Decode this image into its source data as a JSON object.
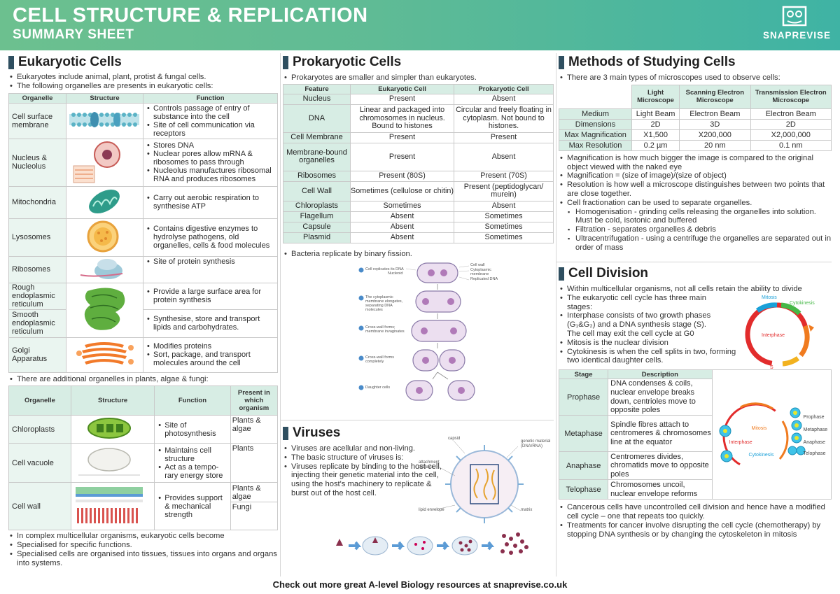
{
  "header": {
    "title": "CELL STRUCTURE & REPLICATION",
    "subtitle": "SUMMARY SHEET",
    "logo_text": "SNAPREVISE"
  },
  "eukaryotic": {
    "title": "Eukaryotic Cells",
    "intro": [
      "Eukaryotes include animal, plant, protist & fungal cells.",
      "The following organelles are presents in eukaryotic cells:"
    ],
    "headers": [
      "Organelle",
      "Structure",
      "Function"
    ],
    "rows": [
      {
        "organelle": "Cell surface membrane",
        "functions": [
          "Controls passage of entry of substance into the cell",
          "Site of cell communication via receptors"
        ]
      },
      {
        "organelle": "Nucleus & Nucleolus",
        "functions": [
          "Stores DNA",
          "Nuclear pores allow mRNA & ribosomes to pass through",
          "Nucleolus manufactures ribosomal RNA and produces ribosomes"
        ]
      },
      {
        "organelle": "Mitochondria",
        "functions": [
          "Carry out aerobic respiration to synthesise ATP"
        ]
      },
      {
        "organelle": "Lysosomes",
        "functions": [
          "Contains digestive enzymes to hydrolyse pathogens, old organelles, cells & food molecules"
        ]
      },
      {
        "organelle": "Ribosomes",
        "functions": [
          "Site of protein synthesis"
        ]
      },
      {
        "organelle": "Rough endoplasmic reticulum",
        "functions": [
          "Provide a large surface area for protein synthesis"
        ]
      },
      {
        "organelle": "Smooth endoplasmic reticulum",
        "functions": [
          "Synthesise, store and transport lipids and carbohydrates."
        ]
      },
      {
        "organelle": "Golgi Apparatus",
        "functions": [
          "Modifies proteins",
          "Sort, package, and transport molecules around the cell"
        ]
      }
    ],
    "additional_intro": "There are additional organelles in plants, algae & fungi:",
    "additional_headers": [
      "Organelle",
      "Structure",
      "Function",
      "Present in which organism"
    ],
    "additional_rows": [
      {
        "organelle": "Chloroplasts",
        "functions": [
          "Site of photosynthesis"
        ],
        "present": [
          "Plants & algae"
        ]
      },
      {
        "organelle": "Cell vacuole",
        "functions": [
          "Maintains cell structure",
          "Act as a tempo-rary energy store"
        ],
        "present": [
          "Plants"
        ]
      },
      {
        "organelle": "Cell wall",
        "functions": [
          "Provides support & mechanical strength"
        ],
        "present": [
          "Plants & algae",
          "Fungi"
        ]
      }
    ],
    "outro": [
      "In complex multicellular organisms, eukaryotic cells become",
      "Specialised for specific functions.",
      "Specialised cells are organised into tissues, tissues into organs and organs into systems."
    ]
  },
  "prokaryotic": {
    "title": "Prokaryotic Cells",
    "intro": "Prokaryotes are smaller and simpler than eukaryotes.",
    "headers": [
      "Feature",
      "Eukaryotic Cell",
      "Prokaryotic Cell"
    ],
    "rows": [
      [
        "Nucleus",
        "Present",
        "Absent"
      ],
      [
        "DNA",
        "Linear and packaged into chromosomes in nucleus. Bound to histones",
        "Circular and freely floating in cytoplasm. Not bound to histones."
      ],
      [
        "Cell Membrane",
        "Present",
        "Present"
      ],
      [
        "Membrane-bound organelles",
        "Present",
        "Absent"
      ],
      [
        "Ribosomes",
        "Present (80S)",
        "Present (70S)"
      ],
      [
        "Cell Wall",
        "Sometimes (cellulose or chitin)",
        "Present (peptidoglycan/ murein)"
      ],
      [
        "Chloroplasts",
        "Sometimes",
        "Absent"
      ],
      [
        "Flagellum",
        "Absent",
        "Sometimes"
      ],
      [
        "Capsule",
        "Absent",
        "Sometimes"
      ],
      [
        "Plasmid",
        "Absent",
        "Sometimes"
      ]
    ],
    "binary_fission": "Bacteria replicate by binary fission.",
    "fission_labels": [
      "Cell replicates its DNA",
      "The cytoplasmic membrane elongates, separating DNA molecules",
      "Cross-wall forms; membrane invaginates",
      "Cross-wall forms completely",
      "Daughter cells"
    ],
    "fission_side_labels": [
      "Nucleoid",
      "Cell wall",
      "Cytoplasmic membrane",
      "Replicated DNA"
    ]
  },
  "viruses": {
    "title": "Viruses",
    "bullets": [
      "Viruses are acellular and non-living.",
      "The basic structure of viruses is:",
      "Viruses replicate by binding to the host cell, injecting their genetic material into the cell, using the host's machinery to replicate & burst out of the host cell."
    ],
    "diagram_labels": [
      "capsid",
      "genetic material (DNA/RNA)",
      "attachment proteins",
      "lipid envelope",
      "matrix"
    ]
  },
  "methods": {
    "title": "Methods of Studying Cells",
    "intro": "There are 3 main types of microscopes used to observe cells:",
    "headers": [
      "",
      "Light Microscope",
      "Scanning Electron Microscope",
      "Transmission Electron Microscope"
    ],
    "rows": [
      [
        "Medium",
        "Light Beam",
        "Electron Beam",
        "Electron Beam"
      ],
      [
        "Dimensions",
        "2D",
        "3D",
        "2D"
      ],
      [
        "Max Magnification",
        "X1,500",
        "X200,000",
        "X2,000,000"
      ],
      [
        "Max Resolution",
        "0.2 µm",
        "20 nm",
        "0.1 nm"
      ]
    ],
    "bullets": [
      "Magnification is how much bigger the image is compared to the original object viewed with the naked eye",
      "Magnification = (size of image)/(size of object)",
      "Resolution is how well a microscope distinguishes between two points that are close together.",
      "Cell fractionation can be used to separate organelles."
    ],
    "sub_bullets": [
      "Homogenisation - grinding cells releasing the organelles into solution. Must be cold, isotonic and buffered",
      "Filtration - separates organelles & debris",
      "Ultracentrifugation - using a centrifuge the organelles are separated out in order of mass"
    ]
  },
  "division": {
    "title": "Cell Division",
    "bullets": [
      "Within multicellular organisms, not all cells retain the ability to divide",
      "The eukaryotic cell cycle has three main stages:",
      "Interphase consists of two growth phases (G₁&G₂) and a DNA synthesis stage (S). The cell may exit the cell cycle at G0",
      "Mitosis is the nuclear division",
      "Cytokinesis is when the cell splits in two, forming two identical daughter cells."
    ],
    "cycle_labels": [
      "Mitosis",
      "Cytokinesis",
      "Interphase",
      "S"
    ],
    "headers": [
      "Stage",
      "Description"
    ],
    "stages": [
      [
        "Prophase",
        "DNA condenses & coils, nuclear envelope breaks down, centrioles move to opposite poles"
      ],
      [
        "Metaphase",
        "Spindle fibres attach to centromeres & chromosomes line at the equator"
      ],
      [
        "Anaphase",
        "Centromeres divides, chromatids move to opposite poles"
      ],
      [
        "Telophase",
        "Chromosomes uncoil, nuclear envelope reforms"
      ]
    ],
    "mini_cycle_labels": [
      "Mitosis",
      "Interphase",
      "Cytokinesis",
      "Prophase",
      "Metaphase",
      "Anaphase",
      "Telophase"
    ],
    "outro": [
      "Cancerous cells have uncontrolled cell division and hence have a modified cell cycle – one that repeats too quickly.",
      "Treatments for cancer involve disrupting the cell cycle (chemotherapy) by stopping DNA synthesis or by changing the cytoskeleton in mitosis"
    ]
  },
  "footer": "Check out more great A-level Biology resources at snaprevise.co.uk",
  "colors": {
    "header_start": "#6cc08f",
    "header_end": "#3fb3a4",
    "table_header": "#d7ede4",
    "section_bar": "#2f4f60"
  }
}
